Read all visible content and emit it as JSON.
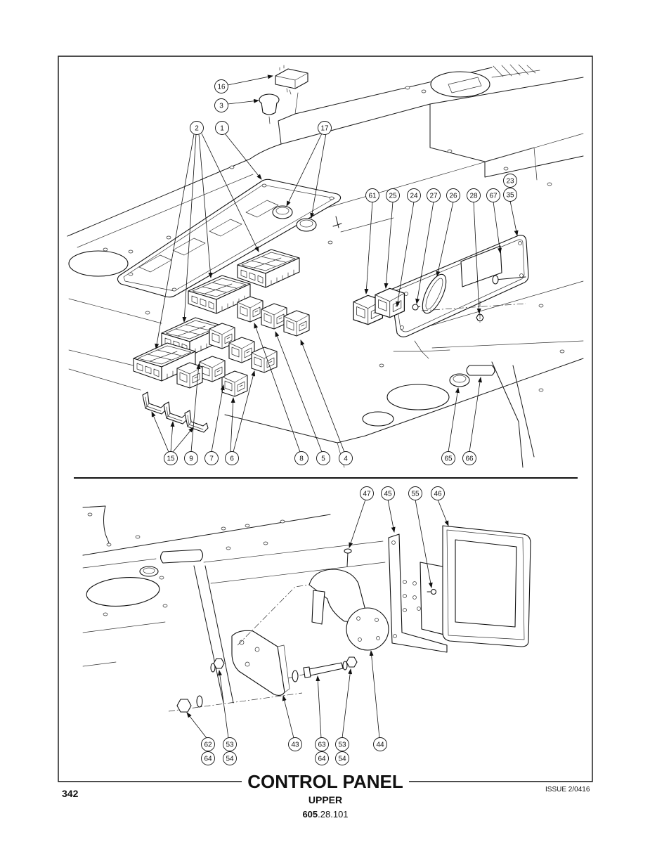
{
  "page": {
    "number": "342",
    "issue": "ISSUE 2/0416"
  },
  "title": {
    "main": "CONTROL PANEL",
    "sub": "UPPER",
    "part_prefix": "605",
    "part_suffix": ".28.101"
  },
  "callouts": {
    "top_diagram": [
      "16",
      "3",
      "2",
      "1",
      "17",
      "61",
      "25",
      "24",
      "27",
      "26",
      "28",
      "67",
      "23",
      "35",
      "15",
      "9",
      "7",
      "6",
      "8",
      "5",
      "4",
      "65",
      "66"
    ],
    "bottom_diagram": [
      "47",
      "45",
      "55",
      "46",
      "62",
      "64",
      "53",
      "54",
      "43",
      "63",
      "64",
      "53",
      "54",
      "44"
    ]
  }
}
